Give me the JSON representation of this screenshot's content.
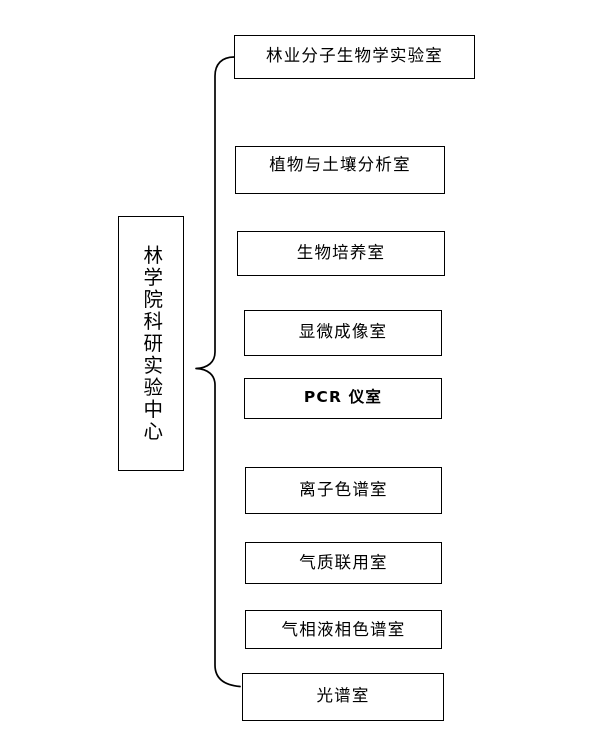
{
  "diagram": {
    "type": "organizational-tree",
    "orientation": "left-root-right-leaves",
    "connector": "curly-brace",
    "colors": {
      "stroke": "#000000",
      "text": "#000000",
      "background": "#ffffff"
    },
    "root": {
      "label": "林学院科研实验中心",
      "text_direction": "vertical"
    },
    "leaves": [
      {
        "label": "林业分子生物学实验室"
      },
      {
        "label": "植物与土壤分析室"
      },
      {
        "label": "生物培养室"
      },
      {
        "label": "显微成像室"
      },
      {
        "label": "PCR 仪室"
      },
      {
        "label": "离子色谱室"
      },
      {
        "label": "气质联用室"
      },
      {
        "label": "气相液相色谱室"
      },
      {
        "label": "光谱室"
      }
    ]
  }
}
